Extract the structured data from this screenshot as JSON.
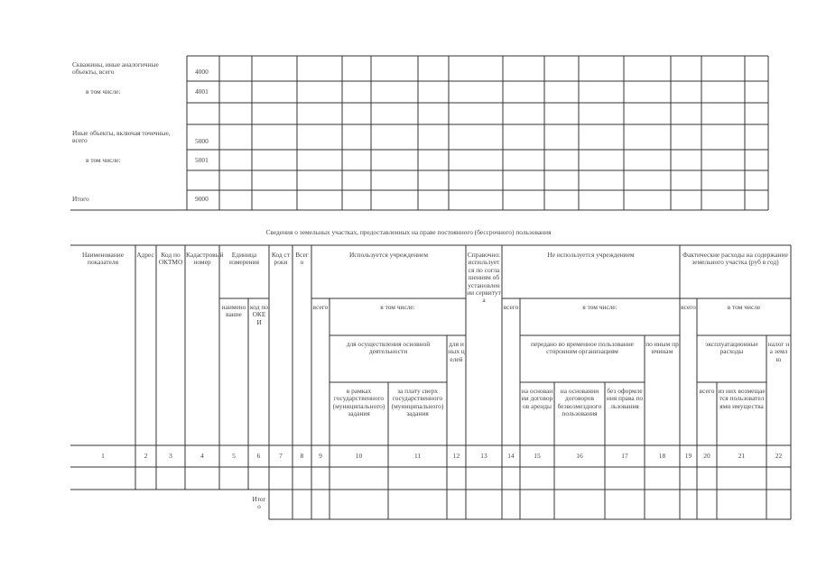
{
  "top_table": {
    "rows": [
      {
        "name": "Скважины, иные аналогичные объекты, всего",
        "code": "4000"
      },
      {
        "name": "в том числе:",
        "code": "4001"
      },
      {
        "name": "",
        "code": ""
      },
      {
        "name": "Иные объекты, включая точечные, всего",
        "code": "5000"
      },
      {
        "name": "в том числе:",
        "code": "5001"
      },
      {
        "name": "",
        "code": ""
      },
      {
        "name": "Итого",
        "code": "9000"
      }
    ]
  },
  "section_title": "Сведения о земельных участках, предоставленных на праве постоянного (бессрочного) пользования",
  "headers": {
    "name": "Наименование показателя",
    "address": "Адрес",
    "oktmo": "Код по ОКТМО",
    "cadastral": "Кадастровый номер",
    "unit": "Единица измерения",
    "unit_name": "наименование",
    "unit_okei": "код по ОКЕИ",
    "row_code": "Код строки",
    "total": "Всего",
    "used": "Используется учреждением",
    "used_total": "всего",
    "used_incl": "в том числе:",
    "main_activity": "для осуществления основной деятельности",
    "within_task": "в рамках государственного (муниципального) задания",
    "paid_above": "за плату сверх государственного (муниципального) задания",
    "other_purposes": "для иных целей",
    "reference": "Справочно: используется по соглашениям об установлении сервитута",
    "not_used": "Не используется учреждением",
    "nu_total": "всего",
    "nu_incl": "в том числе:",
    "temp_transfer": "передано во временное пользование сторонним организациям",
    "lease": "на основании договоров аренды",
    "free_use": "на основании договоров безвозмездного пользования",
    "no_right": "без оформления права пользования",
    "other_reasons": "по иным причинам",
    "expenses": "Фактические расходы на содержание земельного участка (руб в год)",
    "exp_total": "всего",
    "exp_incl": "в том числе",
    "operating": "эксплуатационные расходы",
    "exp_all": "всего",
    "reimbursed": "из них возмещается пользователями имущества",
    "land_tax": "налог на землю"
  },
  "column_numbers": [
    "1",
    "2",
    "3",
    "4",
    "5",
    "6",
    "7",
    "8",
    "9",
    "10",
    "11",
    "12",
    "13",
    "14",
    "15",
    "16",
    "17",
    "18",
    "19",
    "20",
    "21",
    "22"
  ],
  "total_label": "Итого"
}
